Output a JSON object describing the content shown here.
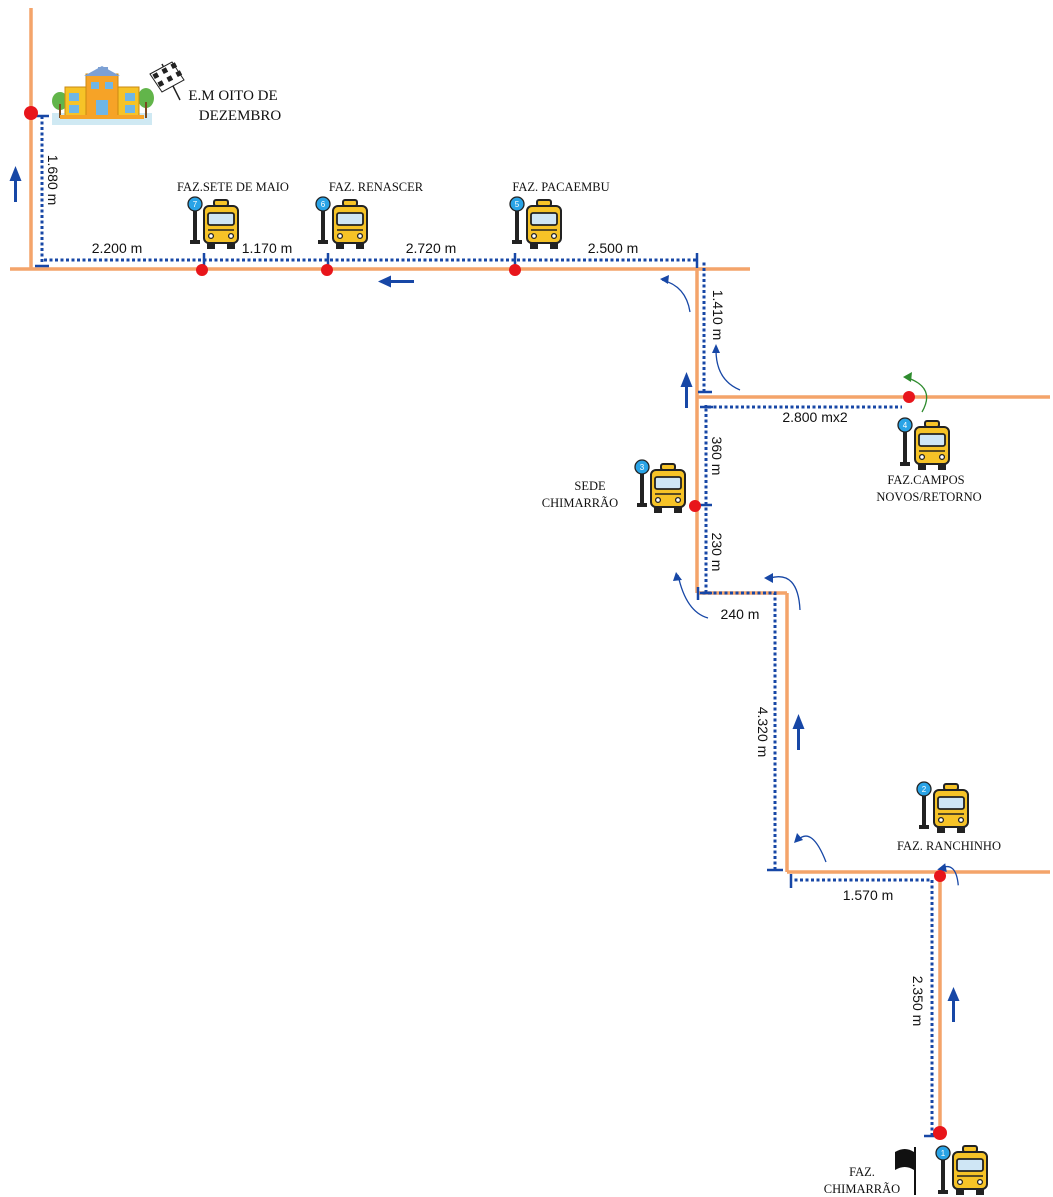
{
  "map": {
    "school": {
      "label_line1": "E.M OITO DE",
      "label_line2": "DEZEMBRO",
      "icon": "school-building-icon",
      "finish_icon": "checkered-flag-icon"
    },
    "start_flag_icon": "black-flag-icon",
    "stops": [
      {
        "number": "1",
        "name_line1": "FAZ.",
        "name_line2": "CHIMARRÃO"
      },
      {
        "number": "2",
        "name_line1": "FAZ. RANCHINHO",
        "name_line2": ""
      },
      {
        "number": "3",
        "name_line1": "SEDE",
        "name_line2": "CHIMARRÃO"
      },
      {
        "number": "4",
        "name_line1": "FAZ.CAMPOS",
        "name_line2": "NOVOS/RETORNO"
      },
      {
        "number": "5",
        "name_line1": "FAZ. PACAEMBU",
        "name_line2": ""
      },
      {
        "number": "6",
        "name_line1": "FAZ. RENASCER",
        "name_line2": ""
      },
      {
        "number": "7",
        "name_line1": "FAZ.SETE DE MAIO",
        "name_line2": ""
      }
    ],
    "distances": {
      "d1": "2.350 m",
      "d2": "1.570 m",
      "d3": "4.320 m",
      "d4": "240 m",
      "d5": "230 m",
      "d6": "360 m",
      "d7": "2.800 mx2",
      "d8": "1.410 m",
      "d9": "2.500 m",
      "d10": "2.720 m",
      "d11": "1.170 m",
      "d12": "2.200 m",
      "d13": "1.680 m"
    },
    "colors": {
      "road": "#f4a46a",
      "route": "#1747a6",
      "stop_dot": "#e8151b",
      "stop_badge": "#29a3e6",
      "bus_body": "#f6c327",
      "return_arrow": "#2e8b2e"
    }
  }
}
